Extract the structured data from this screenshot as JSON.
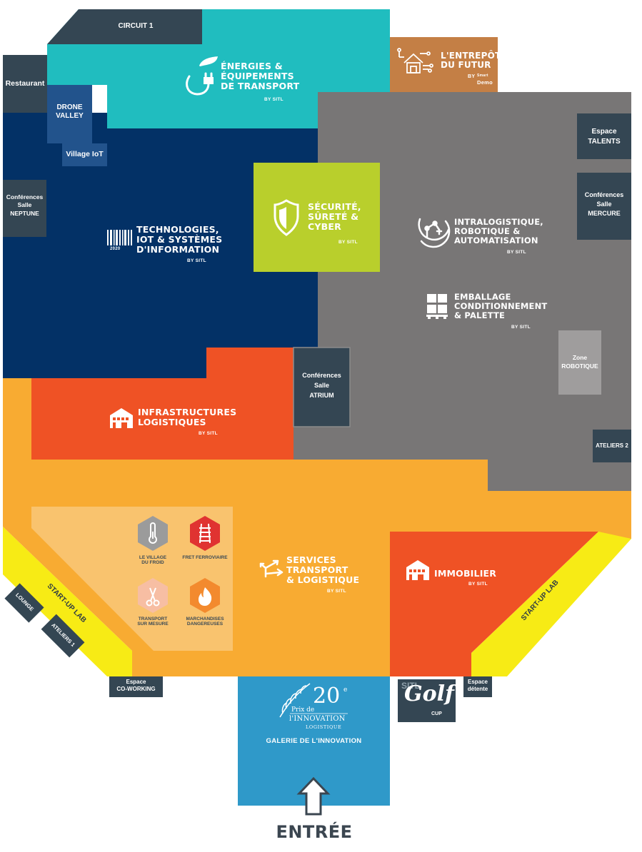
{
  "colors": {
    "teal": "#20bdbf",
    "navy": "#033166",
    "gray": "#787676",
    "orange_red": "#ef5225",
    "orange": "#f8ab32",
    "light_orange": "#f9c36e",
    "yellow": "#f7eb15",
    "lime": "#b9cf2c",
    "brown": "#c47f45",
    "slate": "#344653",
    "blue_gallery": "#2f99c9",
    "light_gray": "#9f9d9d",
    "mid_blue": "#22538c"
  },
  "labels": {
    "circuit": "CIRCUIT 1",
    "restaurant": "Restaurant",
    "drone_valley": "DRONE\nVALLEY",
    "village_iot": "Village IoT",
    "conf_neptune": "Conférences\nSalle\nNEPTUNE",
    "espace_talents": "Espace\nTALENTS",
    "conf_mercure": "Conférences\nSalle\nMERCURE",
    "zone_robotique": "Zone\nROBOTIQUE",
    "conf_atrium": "Conférences\nSalle\nATRIUM",
    "ateliers2": "ATELIERS 2",
    "lounge": "LOUNGE",
    "ateliers1": "ATELIERS 1",
    "startup_left": "START-UP LAB",
    "startup_right": "START-UP LAB",
    "coworking": "Espace\nCO-WORKING",
    "detente": "Espace\ndétente",
    "galerie": "GALERIE DE L'INNOVATION",
    "entree": "ENTRÉE"
  },
  "zones": {
    "energies": {
      "title": "ÉNERGIES &\nÉQUIPEMENTS\nDE TRANSPORT",
      "by": "BY SITL"
    },
    "entrepot": {
      "title": "L'ENTREPÔT\nDU FUTUR",
      "by": "BY",
      "partner_a": "Smart",
      "partner_b": "Demo"
    },
    "technologies": {
      "title": "TECHNOLOGIES,\nIOT & SYSTÈMES\nD'INFORMATION",
      "by": "BY SITL",
      "icon_caption": "2020"
    },
    "securite": {
      "title": "SÉCURITÉ,\nSÛRETÉ &\nCYBER",
      "by": "BY SITL"
    },
    "intralogistique": {
      "title": "INTRALOGISTIQUE,\nROBOTIQUE &\nAUTOMATISATION",
      "by": "BY SITL"
    },
    "emballage": {
      "title": "EMBALLAGE\nCONDITIONNEMENT\n& PALETTE",
      "by": "BY SITL"
    },
    "infrastructures": {
      "title": "INFRASTRUCTURES\nLOGISTIQUES",
      "by": "BY SITL"
    },
    "services": {
      "title": "SERVICES\nTRANSPORT\n& LOGISTIQUE",
      "by": "BY SITL"
    },
    "immobilier": {
      "title": "IMMOBILIER",
      "by": "BY SITL"
    }
  },
  "villages": {
    "froid": "LE VILLAGE\nDU FROID",
    "fret": "FRET FERROVIAIRE",
    "mesure": "TRANSPORT\nSUR MESURE",
    "dangereuses": "MARCHANDISES\nDANGEREUSES"
  },
  "prix": {
    "number": "20",
    "superscript": "e",
    "line1": "Prix de",
    "line2": "l'INNOVATION",
    "line3": "LOGISTIQUE"
  },
  "golf": {
    "top": "SITL",
    "main": "Golf",
    "bottom": "CUP"
  }
}
